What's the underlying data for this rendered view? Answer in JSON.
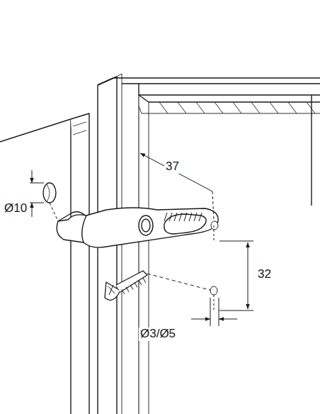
{
  "diagram": {
    "labels": [
      "Ø10",
      "37",
      "32",
      "Ø3/Ø5"
    ]
  }
}
